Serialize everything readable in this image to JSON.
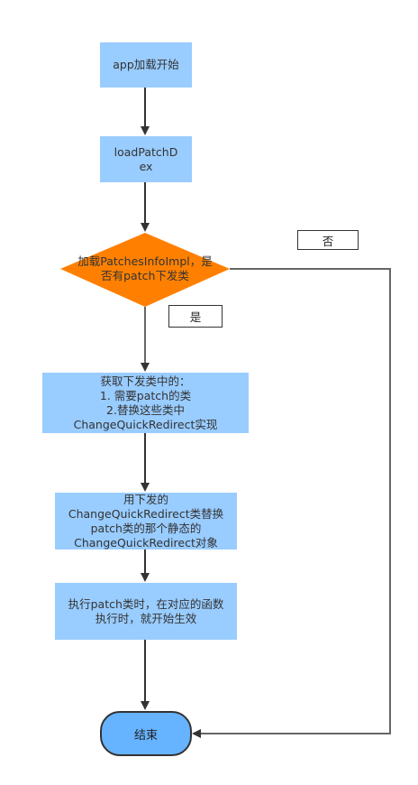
{
  "nodes": {
    "start": {
      "label": "app加载开始"
    },
    "load": {
      "lines": [
        "loadPatchD",
        "ex"
      ]
    },
    "decision": {
      "lines": [
        "加载PatchesInfoImpl，是",
        "否有patch下发类"
      ]
    },
    "fetch": {
      "lines": [
        "获取下发类中的：",
        "1. 需要patch的类",
        "2.替换这些类中",
        "ChangeQuickRedirect实现"
      ]
    },
    "replace": {
      "lines": [
        "用下发的",
        "ChangeQuickRedirect类替换",
        "patch类的那个静态的",
        "ChangeQuickRedirect对象"
      ]
    },
    "execute": {
      "lines": [
        "执行patch类时，在对应的函数",
        "执行时，就开始生效"
      ]
    },
    "end": {
      "label": "结束"
    }
  },
  "edge_labels": {
    "no": "否",
    "yes": "是"
  },
  "colors": {
    "process": "#99ccff",
    "decision": "#ff8000",
    "terminal": "#66b3ff",
    "line": "#333333"
  }
}
